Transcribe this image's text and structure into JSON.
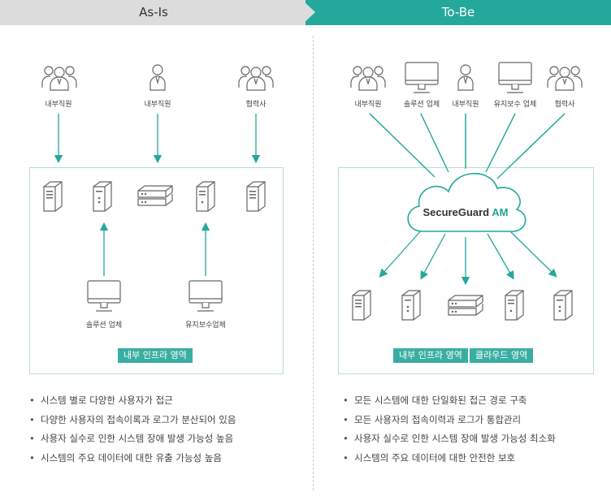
{
  "header": {
    "asis_label": "As-Is",
    "tobe_label": "To-Be"
  },
  "asis": {
    "users": [
      {
        "label": "내부직원",
        "icon": "group-icon"
      },
      {
        "label": "내부직원",
        "icon": "person-icon"
      },
      {
        "label": "협력사",
        "icon": "group-icon"
      }
    ],
    "vendors": [
      {
        "label": "솔루션 업체",
        "icon": "monitor-icon"
      },
      {
        "label": "유지보수업체",
        "icon": "monitor-icon"
      }
    ],
    "badge": "내부 인프라 영역",
    "bullets": [
      "시스템 별로 다양한 사용자가 접근",
      "다양한 사용자의 접속이록과 로그가 분산되어 있음",
      "사용자 실수로 인한 시스템 장애 발생 가능성 높음",
      "시스템의 주요 데이터에 대한 유출 가능성 높음"
    ]
  },
  "tobe": {
    "users": [
      {
        "label": "내부직원",
        "icon": "group-icon"
      },
      {
        "label": "솔루션 업체",
        "icon": "monitor-icon"
      },
      {
        "label": "내부직원",
        "icon": "person-icon"
      },
      {
        "label": "유지보수 업체",
        "icon": "monitor-icon"
      },
      {
        "label": "협력사",
        "icon": "group-icon"
      }
    ],
    "product": {
      "name": "SecureGuard",
      "suffix": "AM"
    },
    "badges": [
      "내부 인프라 영역",
      "클라우드 영역"
    ],
    "bullets": [
      "모든 시스템에 대한 단일화된 접근 경로 구축",
      "모든 사용자의 접속이력과 로그가 통합관리",
      "사용자 실수로 인한 시스템 장애 발생 가능성 최소화",
      "시스템의 주요 데이터에 대한 안전한 보호"
    ]
  },
  "colors": {
    "accent": "#24a89c",
    "badge": "#3aaea3",
    "box_border": "#b8dcd7",
    "suffix": "#1ba392"
  }
}
